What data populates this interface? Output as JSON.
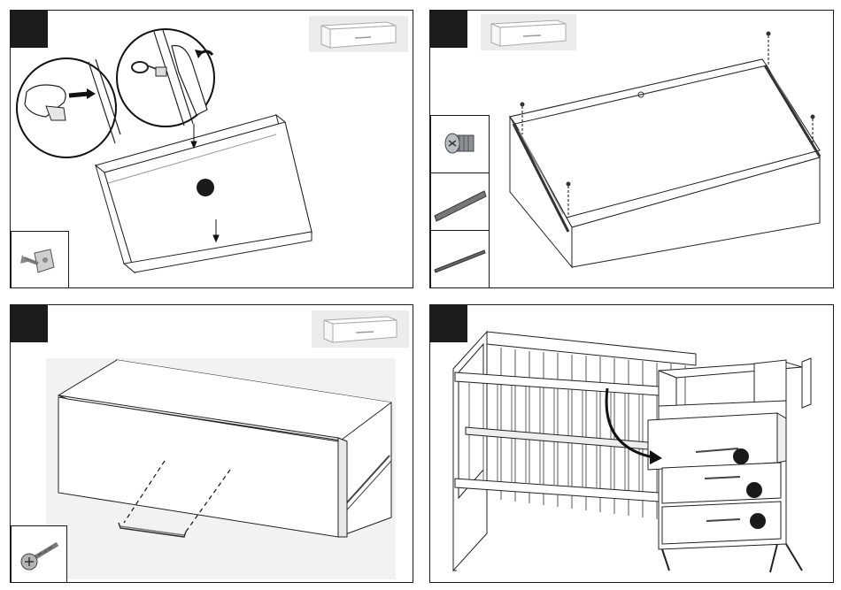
{
  "colors": {
    "step_tab": "#1c1c1c",
    "ink": "#1a1a1a",
    "thumb_bg": "#ececec",
    "dot": "#1a1a1a"
  },
  "panels": [
    {
      "id": "step-1",
      "content": [
        "magnifier-clip-detail",
        "magnifier-lever-detail",
        "drawer-bottom-panel",
        "wall-plug-part"
      ]
    },
    {
      "id": "step-2",
      "content": [
        "drawer-box-with-runners",
        "cam-bolt-part",
        "long-runner-part",
        "short-rod-part"
      ]
    },
    {
      "id": "step-3",
      "content": [
        "drawer-front-panel",
        "handle",
        "screw-part"
      ]
    },
    {
      "id": "step-4",
      "content": [
        "cot-bed-with-dresser",
        "curved-insert-arrow",
        "drawer-dots"
      ]
    }
  ]
}
